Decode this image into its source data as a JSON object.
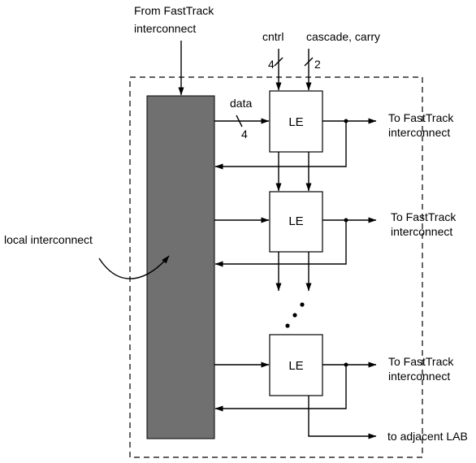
{
  "labels": {
    "from_fasttrack_line1": "From FastTrack",
    "from_fasttrack_line2": "interconnect",
    "cntrl": "cntrl",
    "cascade_carry": "cascade, carry",
    "cntrl_width": "4",
    "cascade_width": "2",
    "data": "data",
    "data_width": "4",
    "local_interconnect": "local interconnect",
    "to_adjacent_lab": "to adjacent LAB"
  },
  "logic_elements": [
    {
      "label": "LE",
      "out_line1": "To FastTrack",
      "out_line2": "interconnect"
    },
    {
      "label": "LE",
      "out_line1": "To FastTrack",
      "out_line2": "interconnect"
    },
    {
      "label": "LE",
      "out_line1": "To FastTrack",
      "out_line2": "interconnect"
    }
  ],
  "colors": {
    "local_interconnect_bar": "#707070",
    "stroke": "#000000",
    "le_fill": "#ffffff"
  }
}
